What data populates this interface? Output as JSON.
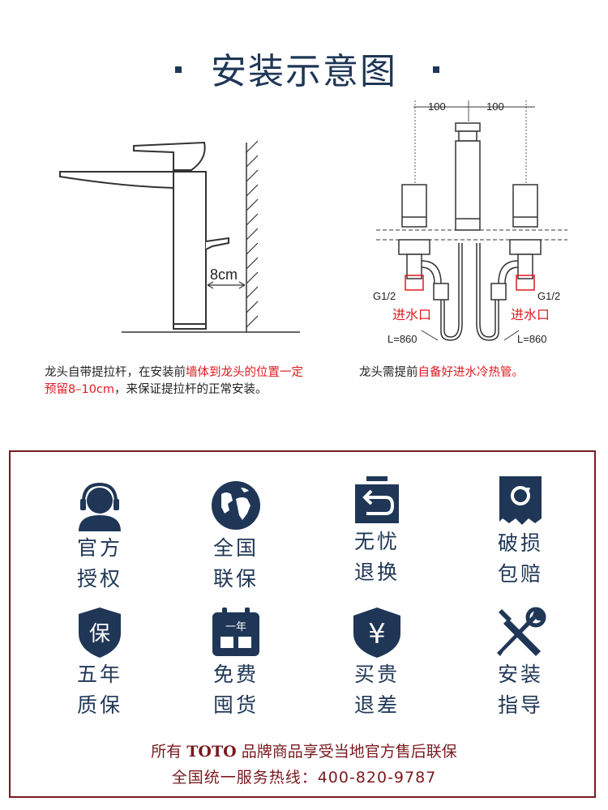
{
  "header": {
    "title": "安装示意图"
  },
  "diagram": {
    "left": {
      "gap_label": "8cm"
    },
    "right": {
      "spacing_left": "100",
      "spacing_right": "100",
      "thread_left": "G1/2",
      "thread_right": "G1/2",
      "inlet_left": "进水口",
      "inlet_right": "进水口",
      "hose_left": "L=860",
      "hose_right": "L=860"
    }
  },
  "captions": {
    "left_1": "龙头自带提拉杆，在安装前",
    "left_red": "墙体到龙头的位置一定预留8–10cm",
    "left_2": "，来保证提拉杆的正常安装。",
    "right_1": "龙头需提前",
    "right_red": "自备好进水冷热管。"
  },
  "services": [
    {
      "icon": "headset-support-icon",
      "line1": "官方",
      "line2": "授权"
    },
    {
      "icon": "globe-icon",
      "line1": "全国",
      "line2": "联保"
    },
    {
      "icon": "return-box-icon",
      "line1": "无忧",
      "line2": "退换"
    },
    {
      "icon": "damaged-package-icon",
      "line1": "破损",
      "line2": "包赔"
    },
    {
      "icon": "shield-bao-icon",
      "line1": "五年",
      "line2": "质保",
      "badge": "保"
    },
    {
      "icon": "calendar-year-icon",
      "line1": "免费",
      "line2": "囤货",
      "badge": "一年"
    },
    {
      "icon": "shield-yen-icon",
      "line1": "买贵",
      "line2": "退差",
      "badge": "¥"
    },
    {
      "icon": "tools-icon",
      "line1": "安装",
      "line2": "指导"
    }
  ],
  "footer": {
    "line1_pre": "所有",
    "brand": "TOTO",
    "line1_post": "品牌商品享受当地官方售后联保",
    "line2": "全国统一服务热线：400-820-9787"
  },
  "colors": {
    "navy": "#1f3656",
    "red": "#e0191f",
    "maroon": "#7a1a1f"
  }
}
